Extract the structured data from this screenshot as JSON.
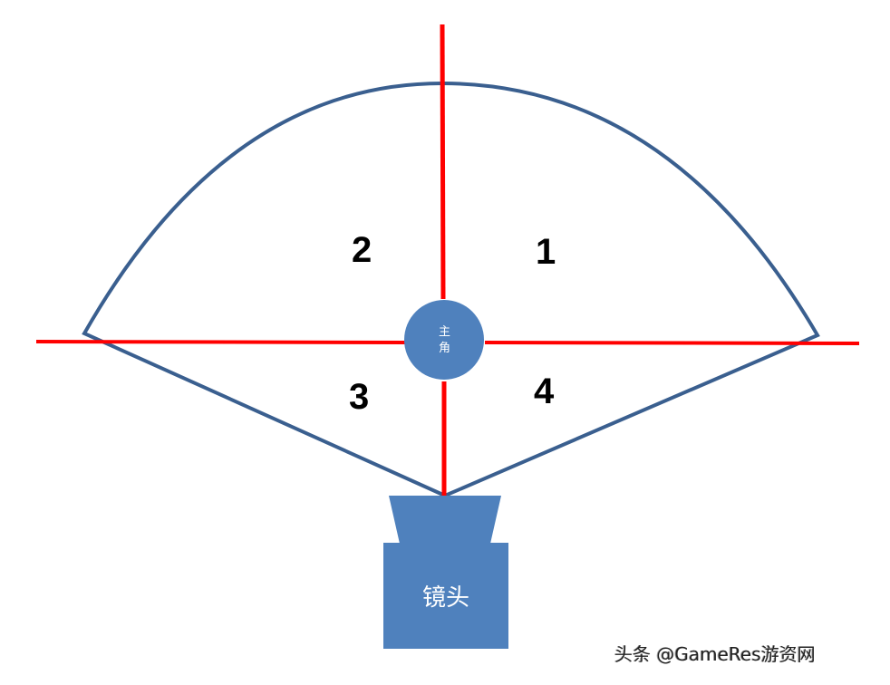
{
  "diagram": {
    "colors": {
      "fan_outline": "#3A5F8F",
      "axis_line": "#FF0000",
      "shape_fill": "#4F81BD",
      "label_text": "#000000",
      "shape_text": "#FFFFFF"
    },
    "hero": {
      "label_line1": "主",
      "label_line2": "角"
    },
    "camera": {
      "label": "镜头"
    },
    "quadrants": [
      {
        "id": "1",
        "label": "1",
        "position": "upper-right"
      },
      {
        "id": "2",
        "label": "2",
        "position": "upper-left"
      },
      {
        "id": "3",
        "label": "3",
        "position": "lower-left"
      },
      {
        "id": "4",
        "label": "4",
        "position": "lower-right"
      }
    ]
  },
  "watermark": {
    "text": "头条 @GameRes游资网"
  }
}
